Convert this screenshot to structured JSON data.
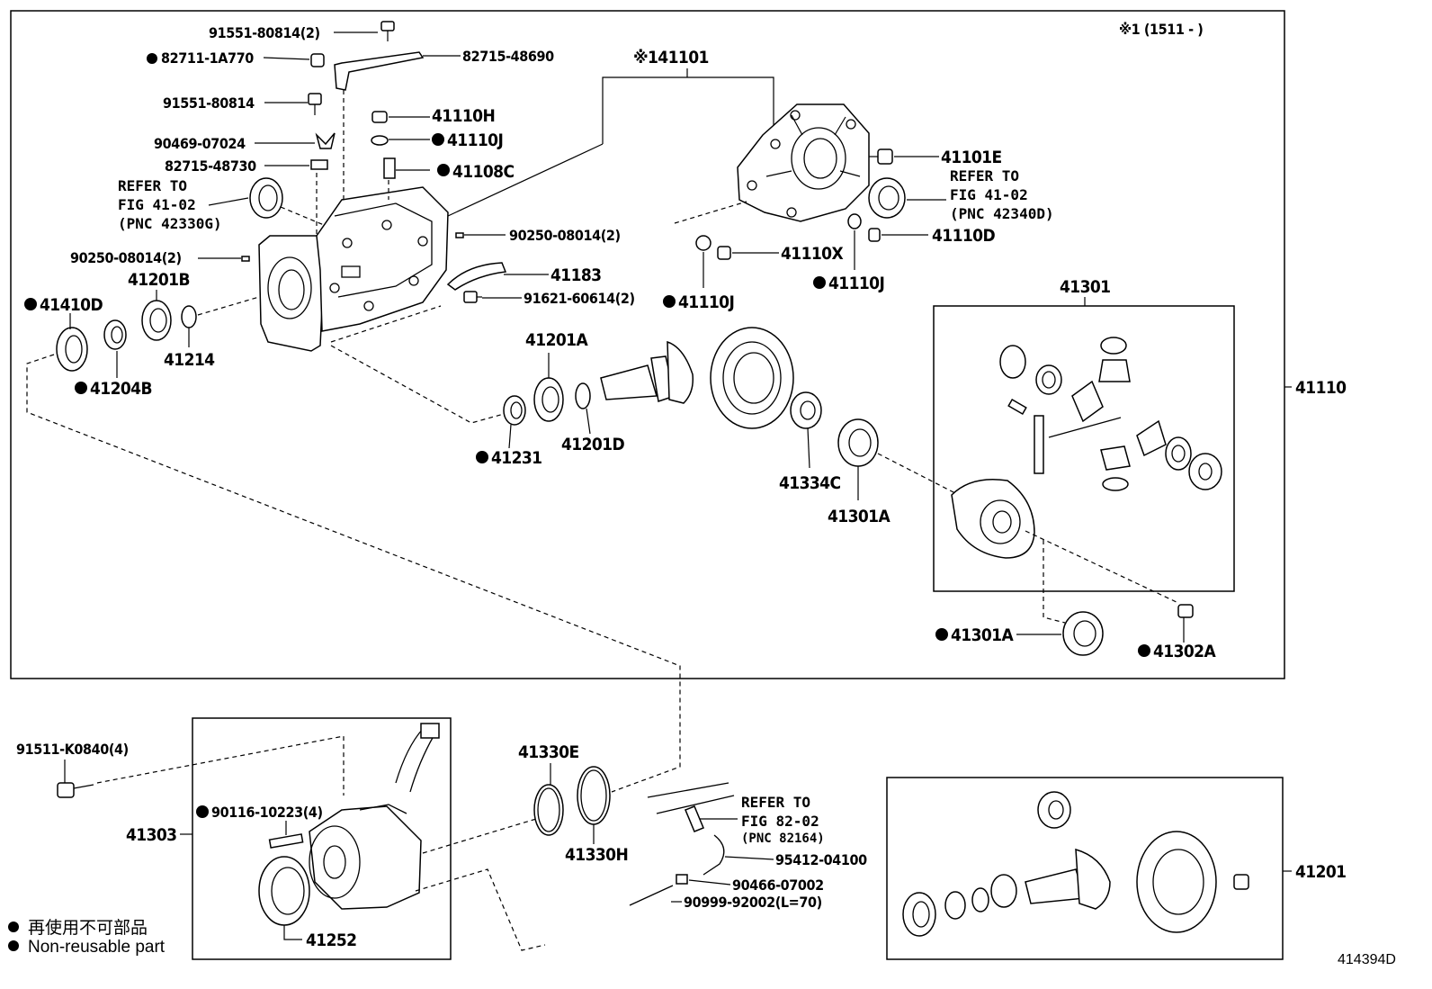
{
  "note": "※1 (1511 -      )",
  "main_group": "41110",
  "illustration_code": "414394D",
  "legend": {
    "jp": "再使用不可部品",
    "en": "Non-reusable part"
  },
  "parts": {
    "p91551_80814_2": "91551-80814(2)",
    "p82711_1A770": "82711-1A770",
    "p82715_48690": "82715-48690",
    "p91551_80814": "91551-80814",
    "p90469_07024": "90469-07024",
    "p82715_48730": "82715-48730",
    "p41110H": "41110H",
    "p41110J_a": "41110J",
    "p41108C": "41108C",
    "p41101": "※141101",
    "p41101E": "41101E",
    "p90250_08014_2_a": "90250-08014(2)",
    "p90250_08014_2_b": "90250-08014(2)",
    "p41183": "41183",
    "p91621_60614_2": "91621-60614(2)",
    "p41110X": "41110X",
    "p41110D": "41110D",
    "p41110J_b": "41110J",
    "p41110J_c": "41110J",
    "p41201B": "41201B",
    "p41410D": "41410D",
    "p41214": "41214",
    "p41204B": "41204B",
    "p41201A": "41201A",
    "p41201D": "41201D",
    "p41231": "41231",
    "p41334C": "41334C",
    "p41301A_a": "41301A",
    "p41301": "41301",
    "p41301A_b": "41301A",
    "p41302A": "41302A",
    "p91511_K0840_4": "91511-K0840(4)",
    "p41303": "41303",
    "p90116_10223_4": "90116-10223(4)",
    "p41252": "41252",
    "p41330E": "41330E",
    "p41330H": "41330H",
    "p95412_04100": "95412-04100",
    "p90466_07002": "90466-07002",
    "p90999_92002": "90999-92002(L=70)",
    "p41201": "41201"
  },
  "refs": {
    "ref_42330G": [
      "REFER TO",
      "FIG 41-02",
      "(PNC 42330G)"
    ],
    "ref_42340D": [
      "REFER TO",
      "FIG 41-02",
      "(PNC 42340D)"
    ],
    "ref_82164": [
      "REFER TO",
      "FIG 82-02",
      "(PNC 82164)"
    ]
  }
}
